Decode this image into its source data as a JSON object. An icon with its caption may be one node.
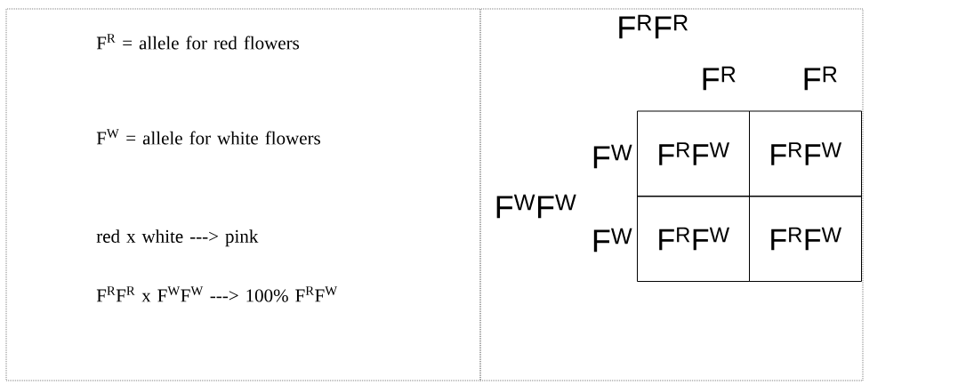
{
  "diagram": {
    "labels": [
      "F$^{R}$ = allele for red flowers",
      "F$^{W}$ = allele for white flowers",
      "red x white ---> pink",
      "F$^{R}$F$^{R}$ x F$^{W}$F$^{W}$ ---> 100% F$^{R}$F$^{W}$",
      "F$^{R}$F$^{R}$",
      "F$^{R}$",
      "F$^{R}$",
      "F$^{W}$",
      "F$^{R}$F$^{W}$",
      "F$^{R}$F$^{W}$",
      "F$^{W}$F$^{W}$",
      "F$^{W}$",
      "F$^{R}$F$^{W}$",
      "F$^{R}$F$^{W}$"
    ]
  }
}
